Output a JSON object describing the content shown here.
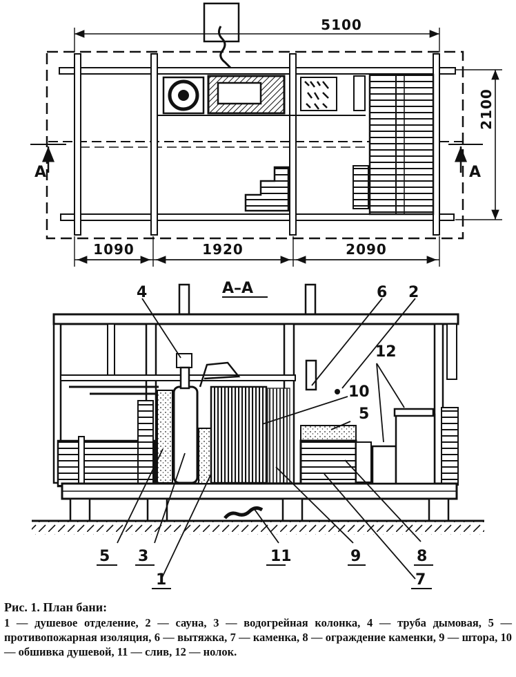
{
  "plan": {
    "dimensions": {
      "total_width": "5100",
      "depth": "2100",
      "segment_1": "1090",
      "segment_2": "1920",
      "segment_3": "2090"
    },
    "section_marker": "А"
  },
  "section": {
    "title": "А–А",
    "callouts": [
      "4",
      "6",
      "2",
      "10",
      "12",
      "5",
      "5",
      "3",
      "1",
      "11",
      "9",
      "8",
      "7"
    ]
  },
  "caption": {
    "title": "Рис. 1. План бани:",
    "legend": "1 — душевое отделение, 2 — сауна, 3 — водогрейная колонка, 4 — труба дымовая, 5 — противопожарная изоляция, 6 — вытяжка, 7 — каменка, 8 — ограждение каменки, 9 — штора, 10 — обшивка душевой, 11 — слив, 12 — нолок."
  }
}
